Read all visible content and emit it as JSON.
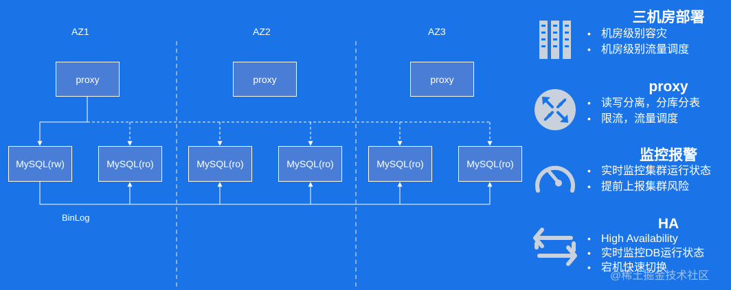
{
  "zones": [
    "AZ1",
    "AZ2",
    "AZ3"
  ],
  "proxies": [
    "proxy",
    "proxy",
    "proxy"
  ],
  "databases": [
    "MySQL(rw)",
    "MySQL(ro)",
    "MySQL(ro)",
    "MySQL(ro)",
    "MySQL(ro)",
    "MySQL(ro)"
  ],
  "binlog_label": "BinLog",
  "features": [
    {
      "title": "三机房部署",
      "icon": "server-rack-icon",
      "items": [
        "机房级别容灾",
        "机房级别流量调度"
      ]
    },
    {
      "title": "proxy",
      "icon": "router-arrows-icon",
      "items": [
        "读写分离，分库分表",
        "限流，流量调度"
      ]
    },
    {
      "title": "监控报警",
      "icon": "gauge-icon",
      "items": [
        "实时监控集群运行状态",
        "提前上报集群风险"
      ]
    },
    {
      "title": "HA",
      "icon": "failover-arrows-icon",
      "items": [
        "High Availability",
        "实时监控DB运行状态",
        "宕机快速切换"
      ]
    }
  ],
  "bullet": "•",
  "watermark": "@稀土掘金技术社区",
  "colors": {
    "background": "#1a74e8",
    "box_fill": "#4a7ed6",
    "line": "#ffffff",
    "icon": "#c9d1dc"
  }
}
